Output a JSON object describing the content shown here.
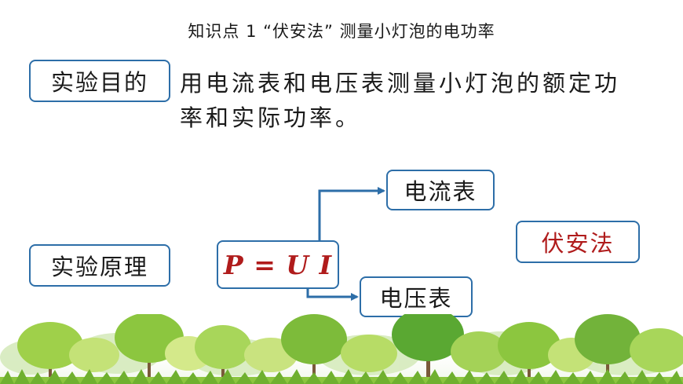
{
  "title": "知识点 1 “伏安法” 测量小灯泡的电功率",
  "goal": {
    "label": "实验目的",
    "description_line1": "用电流表和电压表测量小灯泡的额定功",
    "description_line2": "率和实际功率。"
  },
  "principle": {
    "label": "实验原理",
    "formula": "P = U I",
    "ammeter": "电流表",
    "voltmeter": "电压表",
    "method": "伏安法"
  },
  "colors": {
    "box_border": "#2d6ea8",
    "arrow": "#2d6ea8",
    "accent_red": "#b01c1c"
  }
}
